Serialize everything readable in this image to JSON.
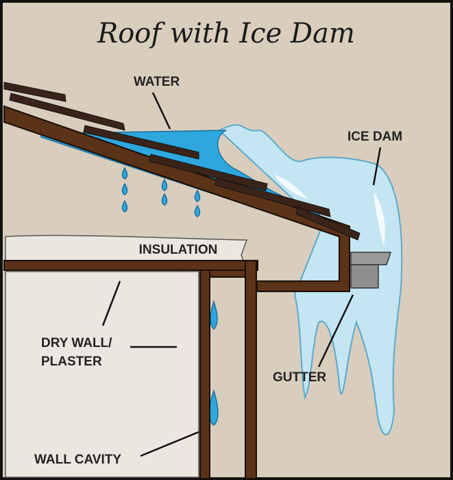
{
  "title": "Roof with Ice Dam",
  "labels": {
    "water": "WATER",
    "ice_dam": "ICE DAM",
    "insulation": "INSULATION",
    "drywall_line1": "DRY WALL/",
    "drywall_line2": "PLASTER",
    "gutter": "GUTTER",
    "wall_cavity": "WALL CAVITY"
  },
  "colors": {
    "background": "#d9cdbd",
    "wood": "#5b3318",
    "shingle": "#3a2419",
    "water": "#2ea6de",
    "ice": "#c4e5f2",
    "gutter": "#8f8f8f"
  }
}
